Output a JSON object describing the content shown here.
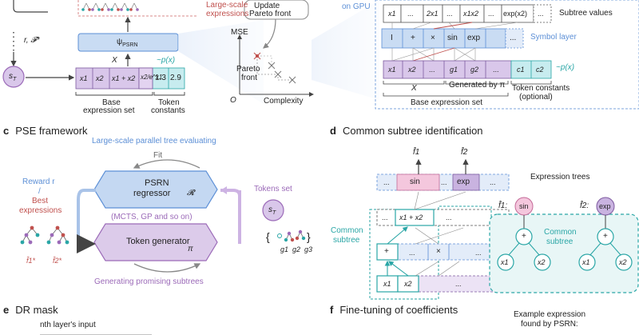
{
  "panel_a": {
    "large_scale": "Large-scale",
    "expressions": "expressions",
    "update": "Update",
    "pareto_front": "Pareto front",
    "r_label": "r, 𝓕*",
    "s_t": "s",
    "psi": "ψ",
    "psi_sub": "PSRN",
    "x_label": "X",
    "neg_p": "~p(x)",
    "base_cells": [
      "x1",
      "x2",
      "x1 + x2",
      "x2/e^x1"
    ],
    "const_cells": [
      "1.3",
      "2.9"
    ],
    "base_expression_set": "Base",
    "base_expression_set2": "expression set",
    "token": "Token",
    "constants": "constants",
    "mse": "MSE",
    "pareto": "Pareto",
    "front": "front",
    "o": "O",
    "complexity": "Complexity"
  },
  "panel_b": {
    "on_gpu": "on GPU",
    "subtree_cells": [
      "x1",
      "...",
      "2x1",
      "...",
      "x1x2",
      "...",
      "exp(x2)",
      "..."
    ],
    "subtree_values": "Subtree values",
    "symbol_cells": [
      "I",
      "+",
      "×",
      "sin",
      "exp",
      "..."
    ],
    "symbol_layer": "Symbol layer",
    "input_cells": [
      "x1",
      "x2",
      "...",
      "g1",
      "g2",
      "...",
      "c1",
      "c2"
    ],
    "neg_p": "~p(x)",
    "x_label": "X",
    "generated_by": "Generated by π",
    "token_constants": "Token constants",
    "optional": "(optional)",
    "base_expression_set": "Base expression set"
  },
  "panel_c": {
    "letter": "c",
    "title": "PSE framework",
    "large_parallel": "Large-scale parallel tree evaluating",
    "fit": "Fit",
    "psrn": "PSRN",
    "regressor": "regressor",
    "r_sym": "𝓡",
    "reward": "Reward r",
    "slash": "/",
    "best": "Best",
    "expressions": "expressions",
    "mcts": "(MCTS, GP and so on)",
    "token_generator": "Token generator",
    "pi": "π",
    "generating": "Generating promising subtrees",
    "tokens_set": "Tokens set",
    "s_t": "s",
    "g_labels": [
      "g1",
      "g2",
      "g3"
    ],
    "f_labels": [
      "f̂1*",
      "f̂2*"
    ]
  },
  "panel_d": {
    "letter": "d",
    "title": "Common subtree identification",
    "f1": "f̂1",
    "f2": "f̂2",
    "top_cells": [
      "...",
      "sin",
      "...",
      "exp",
      "..."
    ],
    "mid_cells": [
      "...",
      "x1 + x2",
      "..."
    ],
    "sym_cells": [
      "+",
      "...",
      "×",
      "..."
    ],
    "in_cells": [
      "x1",
      "x2",
      "..."
    ],
    "common": "Common",
    "subtree": "subtree",
    "expression_trees": "Expression trees",
    "f1_colon": "f̂1:",
    "f2_colon": "f̂2:",
    "sin": "sin",
    "exp": "exp",
    "plus": "+",
    "x1": "x1",
    "x2": "x2"
  },
  "panel_e": {
    "letter": "e",
    "title": "DR mask",
    "input": "nth layer's input"
  },
  "panel_f": {
    "letter": "f",
    "title": "Fine-tuning of coefficients",
    "example1": "Example expression",
    "example2": "found by PSRN:"
  },
  "colors": {
    "teal": "#2aa6a6",
    "blue": "#5c8fd6",
    "purple": "#b89ad2",
    "pink": "#e59ac0",
    "red": "#c0504d"
  }
}
